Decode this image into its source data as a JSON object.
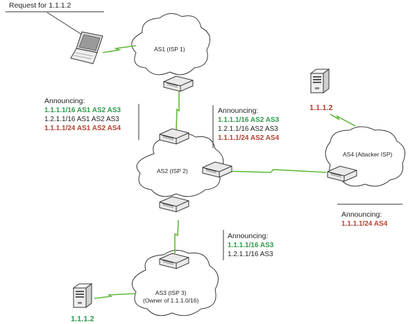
{
  "request_text": "Request for 1.1.1.2",
  "clouds": {
    "as1": "AS1 (ISP 1)",
    "as2": "AS2 (ISP 2)",
    "as3_line1": "AS3 (ISP 3)",
    "as3_line2": "(Owner of 1.1.1.0/16)",
    "as4": "AS4 (Attacker ISP)"
  },
  "announce_as1_as2": {
    "header": "Announcing:",
    "lines": [
      "1.1.1.1/16 AS1 AS2 AS3",
      "1.2.1.1/16 AS1 AS2 AS3",
      "1.1.1.1/24 AS1 AS2 AS4"
    ]
  },
  "announce_as2_as1": {
    "header": "Announcing:",
    "lines": [
      "1.1.1.1/16 AS2 AS3",
      "1.2.1.1/16 AS2 AS3",
      "1.1.1.1/24 AS2 AS4"
    ]
  },
  "announce_as3": {
    "header": "Announcing:",
    "lines": [
      "1.1.1.1/16 AS3",
      "1.2.1.1/16 AS3"
    ]
  },
  "announce_as4": {
    "header": "Announcing:",
    "lines": [
      "1.1.1.1/24 AS4"
    ]
  },
  "server_ips": {
    "attacker": "1.1.1.2",
    "owner": "1.1.1.2"
  },
  "colors": {
    "legit_route": "#2e9a4a",
    "hijack_route": "#b5412f",
    "neutral_route": "#222222",
    "link": "#5fb83a"
  }
}
